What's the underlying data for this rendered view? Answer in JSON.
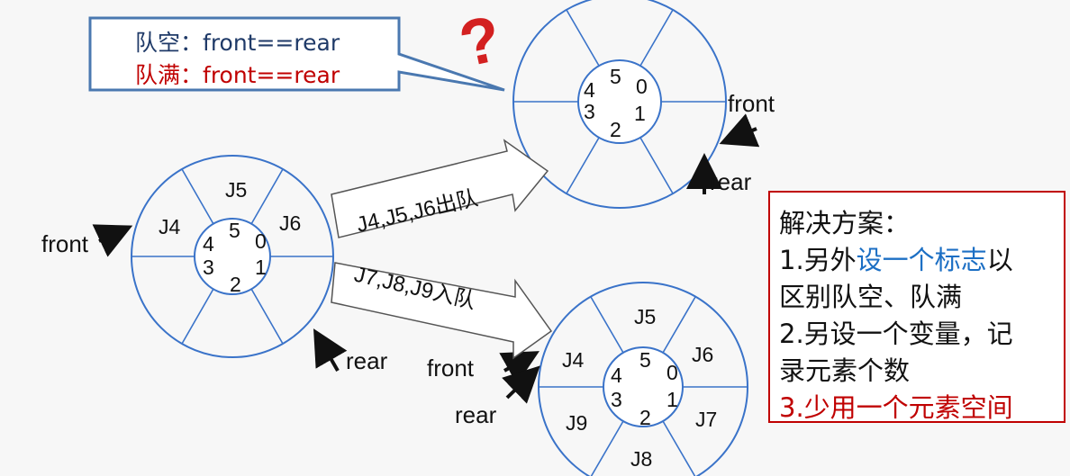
{
  "callout": {
    "empty_label": "队空：",
    "empty_cond": "front==rear",
    "full_label": "队满：",
    "full_cond": "front==rear",
    "question_mark": "?"
  },
  "queues": {
    "left": {
      "indices": [
        "0",
        "1",
        "2",
        "3",
        "4",
        "5"
      ],
      "elements": [
        "J4",
        "J5",
        "J6"
      ],
      "front_label": "front",
      "rear_label": "rear"
    },
    "top_right": {
      "indices": [
        "0",
        "1",
        "2",
        "3",
        "4",
        "5"
      ],
      "front_label": "front",
      "rear_label": "rear"
    },
    "bottom_right": {
      "indices": [
        "0",
        "1",
        "2",
        "3",
        "4",
        "5"
      ],
      "elements": [
        "J4",
        "J5",
        "J6",
        "J7",
        "J8",
        "J9"
      ],
      "front_label": "front",
      "rear_label": "rear"
    }
  },
  "arrows": {
    "dequeue_label": "J4,J5,J6出队",
    "enqueue_label": "J7,J8,J9入队"
  },
  "solution": {
    "title": "解决方案：",
    "line1_prefix": "1.另外",
    "line1_highlight": "设一个标志",
    "line1_suffix": "以",
    "line2": "区别队空、队满",
    "line3": "2.另设一个变量，记",
    "line4": "录元素个数",
    "line5": "3.少用一个元素空间"
  },
  "colors": {
    "circle_blue": "#3a73c9",
    "callout_border": "#4a78b0",
    "red": "#c00000",
    "highlight_blue": "#1c6fc4",
    "question_red": "#d32020"
  }
}
